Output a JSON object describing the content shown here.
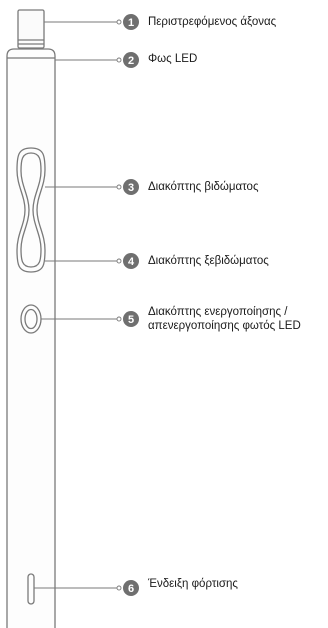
{
  "callouts": [
    {
      "number": "1",
      "label": "Περιστρεφόμενος άξονας"
    },
    {
      "number": "2",
      "label": "Φως LED"
    },
    {
      "number": "3",
      "label": "Διακόπτης βιδώματος"
    },
    {
      "number": "4",
      "label": "Διακόπτης ξεβιδώματος"
    },
    {
      "number": "5",
      "label_lines": [
        "Διακόπτης ενεργοποίησης /",
        "απενεργοποίησης φωτός LED"
      ]
    },
    {
      "number": "6",
      "label": "Ένδειξη φόρτισης"
    }
  ],
  "colors": {
    "outline": "#7a7a7a",
    "badge": "#6f6f6f",
    "badge_text": "#ffffff",
    "text": "#1a1a1a"
  }
}
